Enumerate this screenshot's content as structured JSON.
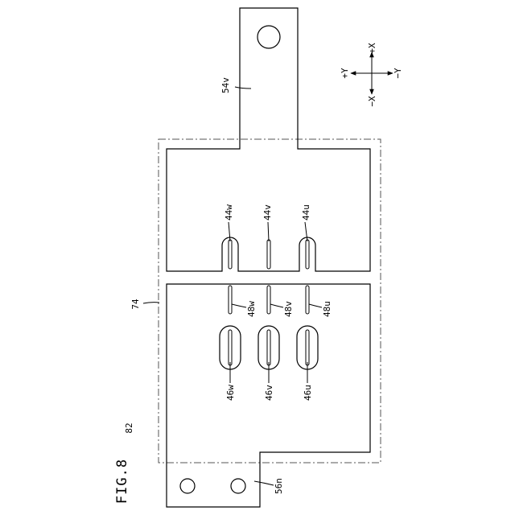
{
  "figure": {
    "title": "FIG.8",
    "ref_82": "82"
  },
  "labels": {
    "busbar_54v": "54v",
    "busbar_56n": "56n",
    "region_74": "74",
    "slit_44w": "44w",
    "slit_44v": "44v",
    "slit_44u": "44u",
    "slit_48w": "48w",
    "slit_48v": "48v",
    "slit_48u": "48u",
    "hole_46w": "46w",
    "hole_46v": "46v",
    "hole_46u": "46u"
  },
  "axes": {
    "plus_x": "+X",
    "minus_x": "−X",
    "plus_y": "+Y",
    "minus_y": "−Y"
  }
}
